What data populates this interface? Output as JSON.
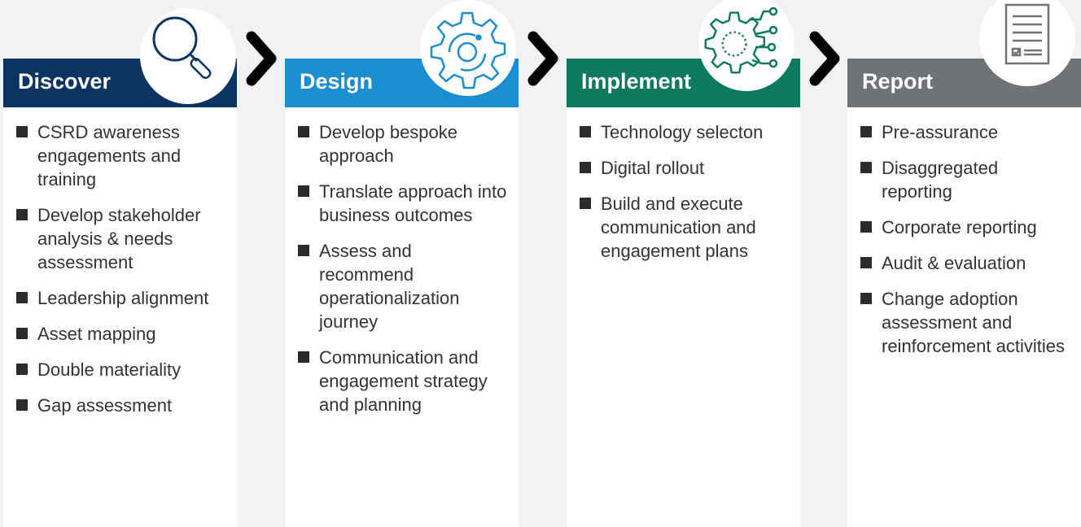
{
  "columns": [
    {
      "title": "Discover",
      "icon": "magnifier-icon",
      "color": "#0b3463",
      "items": [
        "CSRD awareness engagements and training",
        "Develop stakeholder analysis & needs assessment",
        "Leadership alignment",
        "Asset mapping",
        "Double materiality",
        "Gap assessment"
      ]
    },
    {
      "title": "Design",
      "icon": "gear-icon",
      "color": "#1b8ed1",
      "items": [
        "Develop bespoke approach",
        "Translate approach into business outcomes",
        "Assess and recommend operationalization journey",
        "Communication and engagement strategy and planning"
      ]
    },
    {
      "title": "Implement",
      "icon": "gear-circuit-icon",
      "color": "#0c7a5e",
      "items": [
        "Technology selecton",
        "Digital rollout",
        "Build and execute communication and engagement plans"
      ]
    },
    {
      "title": "Report",
      "icon": "document-checklist-icon",
      "color": "#6f7377",
      "items": [
        "Pre-assurance",
        "Disaggregated reporting",
        "Corporate reporting",
        "Audit & evaluation",
        "Change adoption assessment and reinforcement activities"
      ]
    }
  ],
  "arrow_icon": "chevron-right-icon"
}
